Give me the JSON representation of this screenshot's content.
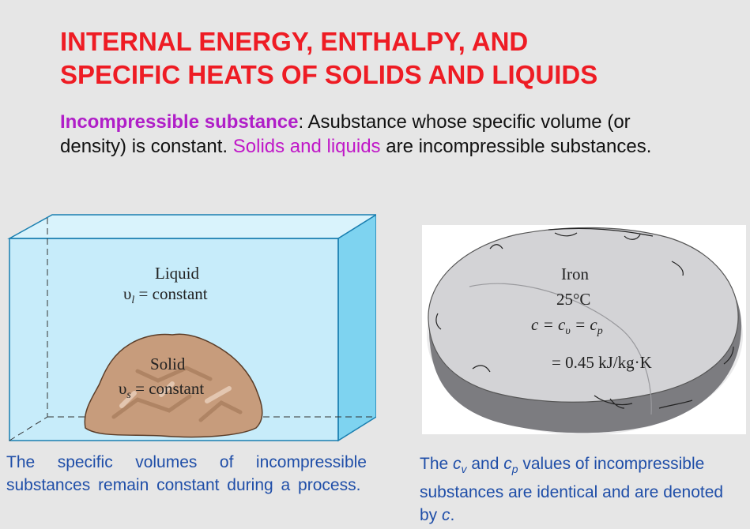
{
  "title": {
    "line1": "INTERNAL ENERGY, ENTHALPY, AND",
    "line2": "SPECIFIC HEATS OF SOLIDS AND LIQUIDS"
  },
  "intro": {
    "term": "Incompressible substance",
    "definition": ": Asubstance whose specific volume (or density) is constant. ",
    "highlight": "Solids and liquids",
    "tail": " are incompressible substances."
  },
  "left_figure": {
    "liquid_label": "Liquid",
    "liquid_eq": "= constant",
    "liquid_sub": "l",
    "solid_label": "Solid",
    "solid_eq": "= constant",
    "solid_sub": "s",
    "volume_symbol": "υ",
    "colors": {
      "liquid": "#c5ecfa",
      "tank_edge": "#1a8fc2",
      "rock": "#c49a7a"
    }
  },
  "right_figure": {
    "material": "Iron",
    "temperature": "25°C",
    "equation": "c = c",
    "eq_mid": " = c",
    "sub_v": "υ",
    "sub_p": "p",
    "value": "= 0.45 kJ/kg·K",
    "colors": {
      "iron": "#cfcfd1",
      "iron_dark": "#7b7b7e"
    }
  },
  "captions": {
    "left": "The specific volumes of incompressible substances remain constant during a process.",
    "right_part1": "The ",
    "right_cv": "c",
    "right_cv_sub": "v",
    "right_and": " and ",
    "right_cp": "c",
    "right_cp_sub": "p",
    "right_part2": " values of incompressible substances are identical and are denoted by ",
    "right_c": "c",
    "right_end": "."
  }
}
